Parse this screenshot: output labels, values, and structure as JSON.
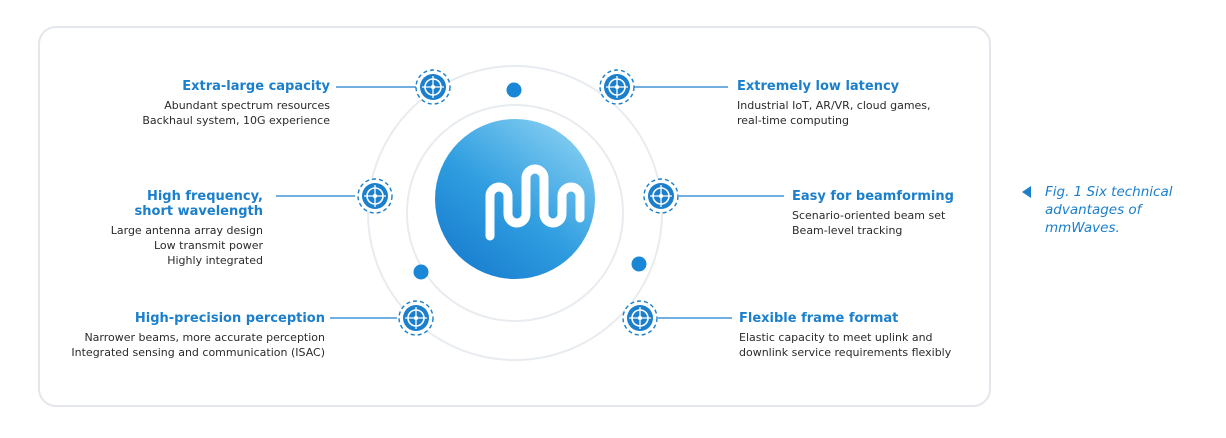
{
  "features": [
    {
      "key": "capacity",
      "title": [
        "Extra-large capacity"
      ],
      "desc": [
        "Abundant spectrum resources",
        "Backhaul system, 10G experience"
      ],
      "icon": "antenna-target-icon"
    },
    {
      "key": "frequency",
      "title": [
        "High frequency,",
        "short wavelength"
      ],
      "desc": [
        "Large antenna array design",
        "Low transmit power",
        "Highly integrated"
      ],
      "icon": "antenna-target-icon"
    },
    {
      "key": "perception",
      "title": [
        "High-precision perception"
      ],
      "desc": [
        "Narrower beams, more accurate perception",
        "Integrated sensing and communication (ISAC)"
      ],
      "icon": "antenna-target-icon"
    },
    {
      "key": "latency",
      "title": [
        "Extremely low latency"
      ],
      "desc": [
        "Industrial IoT, AR/VR, cloud games,",
        "real-time computing"
      ],
      "icon": "antenna-target-icon"
    },
    {
      "key": "beamforming",
      "title": [
        "Easy for beamforming"
      ],
      "desc": [
        "Scenario-oriented beam set",
        "Beam-level tracking"
      ],
      "icon": "antenna-target-icon"
    },
    {
      "key": "frame",
      "title": [
        "Flexible frame format"
      ],
      "desc": [
        "Elastic capacity to meet uplink and",
        "downlink service requirements flexibly"
      ],
      "icon": "antenna-target-icon"
    }
  ],
  "center_icon": "mmwave-signal-icon",
  "caption": {
    "text": "Fig. 1 Six technical\nadvantages of\nmmWaves.",
    "arrow_icon": "triangle-left-icon"
  },
  "colors": {
    "accent": "#1b7fcc",
    "circle_light": "#7fcbf0",
    "circle_dark": "#1a86d6",
    "ring": "#e8ecf0",
    "text": "#2b2b2b"
  }
}
